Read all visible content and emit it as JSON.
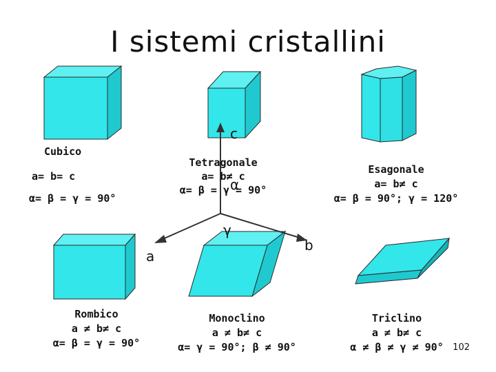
{
  "title": "I sistemi cristallini",
  "axes": {
    "a": "a",
    "b": "b",
    "c": "c",
    "gamma": "γ",
    "alpha": "α"
  },
  "cubico": {
    "name": "Cubico",
    "edges": "a= b= c",
    "angles": "α= β = γ = 90°"
  },
  "tetragonale": {
    "name": "Tetragonale",
    "edges": "a= b≠ c",
    "angles": "α= β = γ = 90°"
  },
  "esagonale": {
    "name": "Esagonale",
    "edges": "a= b≠ c",
    "angles": "α= β = 90°; γ = 120°"
  },
  "rombico": {
    "name": "Rombico",
    "edges": "a ≠ b≠ c",
    "angles": "α= β = γ = 90°"
  },
  "monoclino": {
    "name": "Monoclino",
    "edges": "a ≠ b≠ c",
    "angles": "α= γ = 90°; β ≠ 90°"
  },
  "triclino": {
    "name": "Triclino",
    "edges": "a ≠ b≠ c",
    "angles": "α ≠ β ≠ γ ≠ 90°"
  },
  "page_number": "102",
  "colors": {
    "crystal_face": "#33e6ea",
    "crystal_top": "#5ff0f2",
    "crystal_side": "#1fc9cf",
    "edge": "#2a2a2a"
  }
}
